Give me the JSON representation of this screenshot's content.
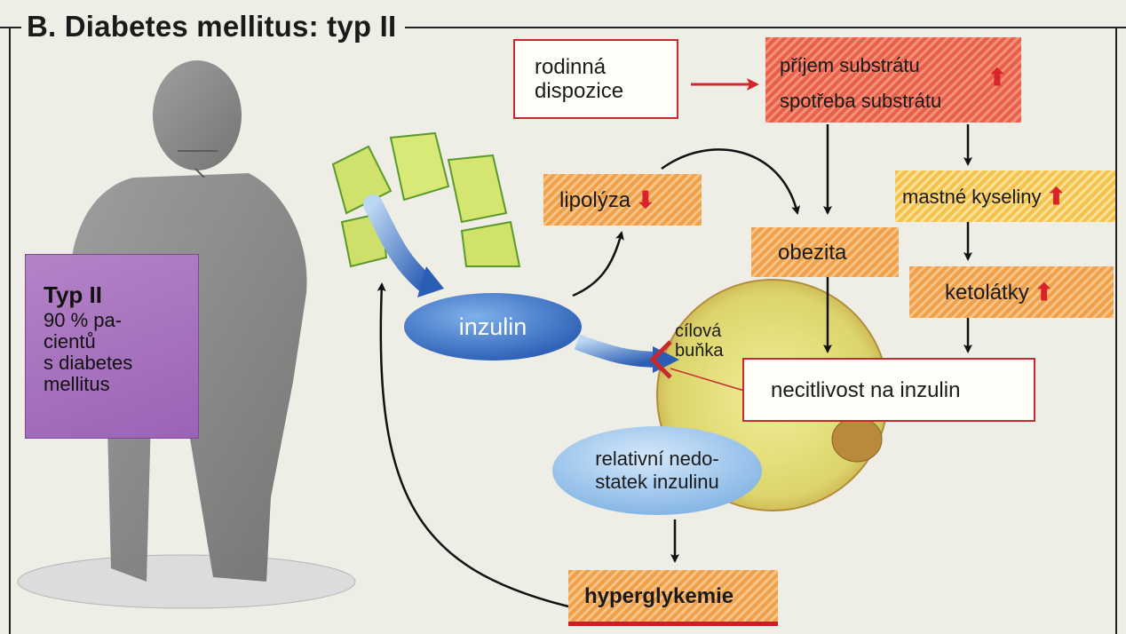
{
  "title": "B. Diabetes mellitus: typ II",
  "typ_box": {
    "heading": "Typ II",
    "text": "90 % pa-\ncientů\ns diabetes\nmellitus"
  },
  "nodes": {
    "rodinna": "rodinná\ndispozice",
    "prijem": "příjem substrátu",
    "spotreba": "spotřeba substrátu",
    "lipolyza": "lipolýza",
    "mastne": "mastné kyseliny",
    "obezita": "obezita",
    "ketolatky": "ketolátky",
    "inzulin": "inzulin",
    "cilova": "cílová\nbuňka",
    "necitlivost": "necitlivost na inzulin",
    "relativni": "relativní nedo-\nstatek inzulinu",
    "hyperglykemie": "hyperglykemie"
  },
  "icons": {
    "increase": "red-up-arrow",
    "decrease": "red-down-arrow"
  },
  "colors": {
    "accent_red": "#d8232a",
    "inzulin_blue": "#2f5fb5",
    "cell_yellow": "#e8e27a",
    "typ_purple": "#a56ebd"
  }
}
